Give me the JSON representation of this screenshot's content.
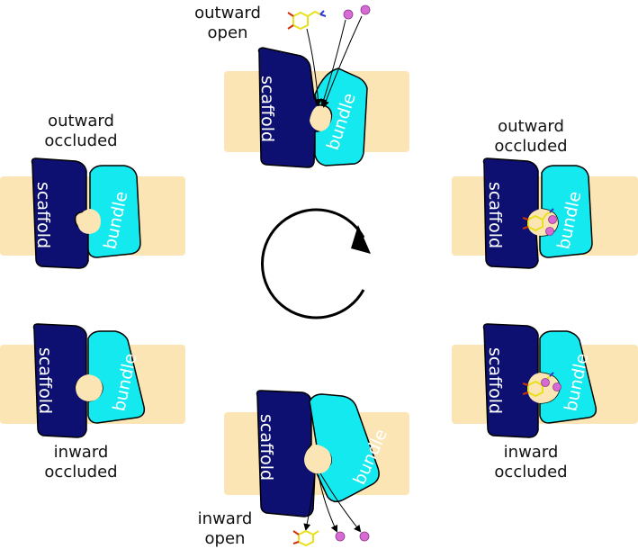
{
  "colors": {
    "membrane": "#fbe5b4",
    "scaffold": "#0d1070",
    "bundle": "#14e9ef",
    "outline": "#000000",
    "ion": "#d86ad6",
    "substrate": "#e8e01c",
    "nitrogen": "#3038c8",
    "oxygen": "#d03010",
    "cycle_arrow": "#000000"
  },
  "labels": {
    "domain_scaffold": "scaffold",
    "domain_bundle": "bundle",
    "outward_open": [
      "outward",
      "open"
    ],
    "outward_occluded_left": [
      "outward",
      "occluded"
    ],
    "outward_occluded_right": [
      "outward",
      "occluded"
    ],
    "inward_occluded_left": [
      "inward",
      "occluded"
    ],
    "inward_occluded_right": [
      "inward",
      "occluded"
    ],
    "inward_open": [
      "inward",
      "open"
    ]
  },
  "icons": {
    "cycle": "clockwise-cycle-arrow-icon",
    "ion": "sodium-ion-icon",
    "substrate": "dopamine-molecule-icon"
  }
}
